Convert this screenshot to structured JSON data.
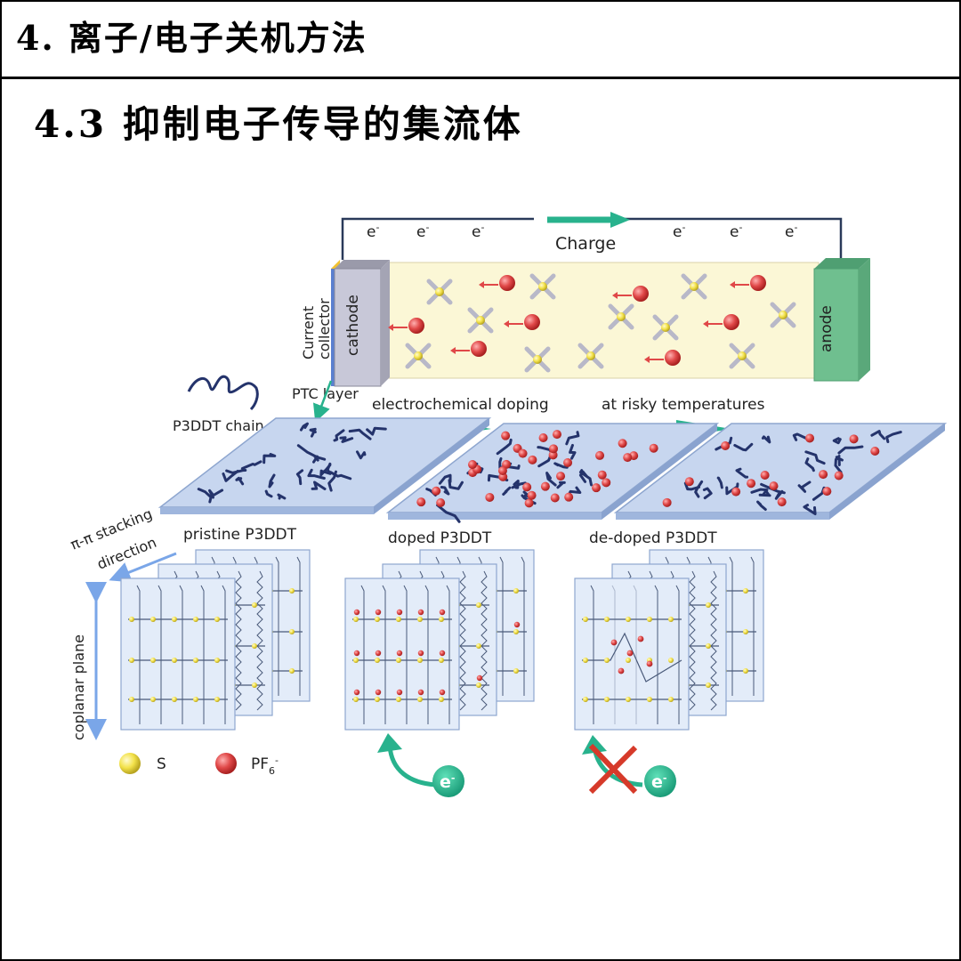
{
  "header": {
    "section_title": "4. 离子/电子关机方法"
  },
  "subsection": {
    "title": "4.3 抑制电子传导的集流体"
  },
  "diagram": {
    "electron_label": "e",
    "electron_sup": "-",
    "charge_label": "Charge",
    "current_collector_line1": "Current",
    "current_collector_line2": "collector",
    "cathode_label": "cathode",
    "anode_label": "anode",
    "p3ddt_chain_label": "P3DDT chain",
    "ptc_layer_label": "PTC layer",
    "step1_label": "electrochemical doping",
    "step2_label": "at risky temperatures",
    "stacking_line1": "π-π stacking",
    "stacking_line2": "direction",
    "coplanar_label": "coplanar plane",
    "pristine_label": "pristine P3DDT",
    "doped_label": "doped P3DDT",
    "dedoped_label": "de-doped P3DDT",
    "legend_s": "S",
    "legend_pf6": "PF",
    "legend_pf6_sub": "6",
    "legend_pf6_sup": "-",
    "colors": {
      "electrolyte": "#fbf7d6",
      "anode": "#6fbf8f",
      "cathode": "#c8c8d8",
      "collector": "#f2c230",
      "teal": "#28b28d",
      "film": "#c7d6ef",
      "chain": "#24336b",
      "ion": "#e04848",
      "sulfur": "#f3e24a",
      "blue_arrow": "#7aa6e8",
      "cross": "#d63a2a"
    }
  }
}
